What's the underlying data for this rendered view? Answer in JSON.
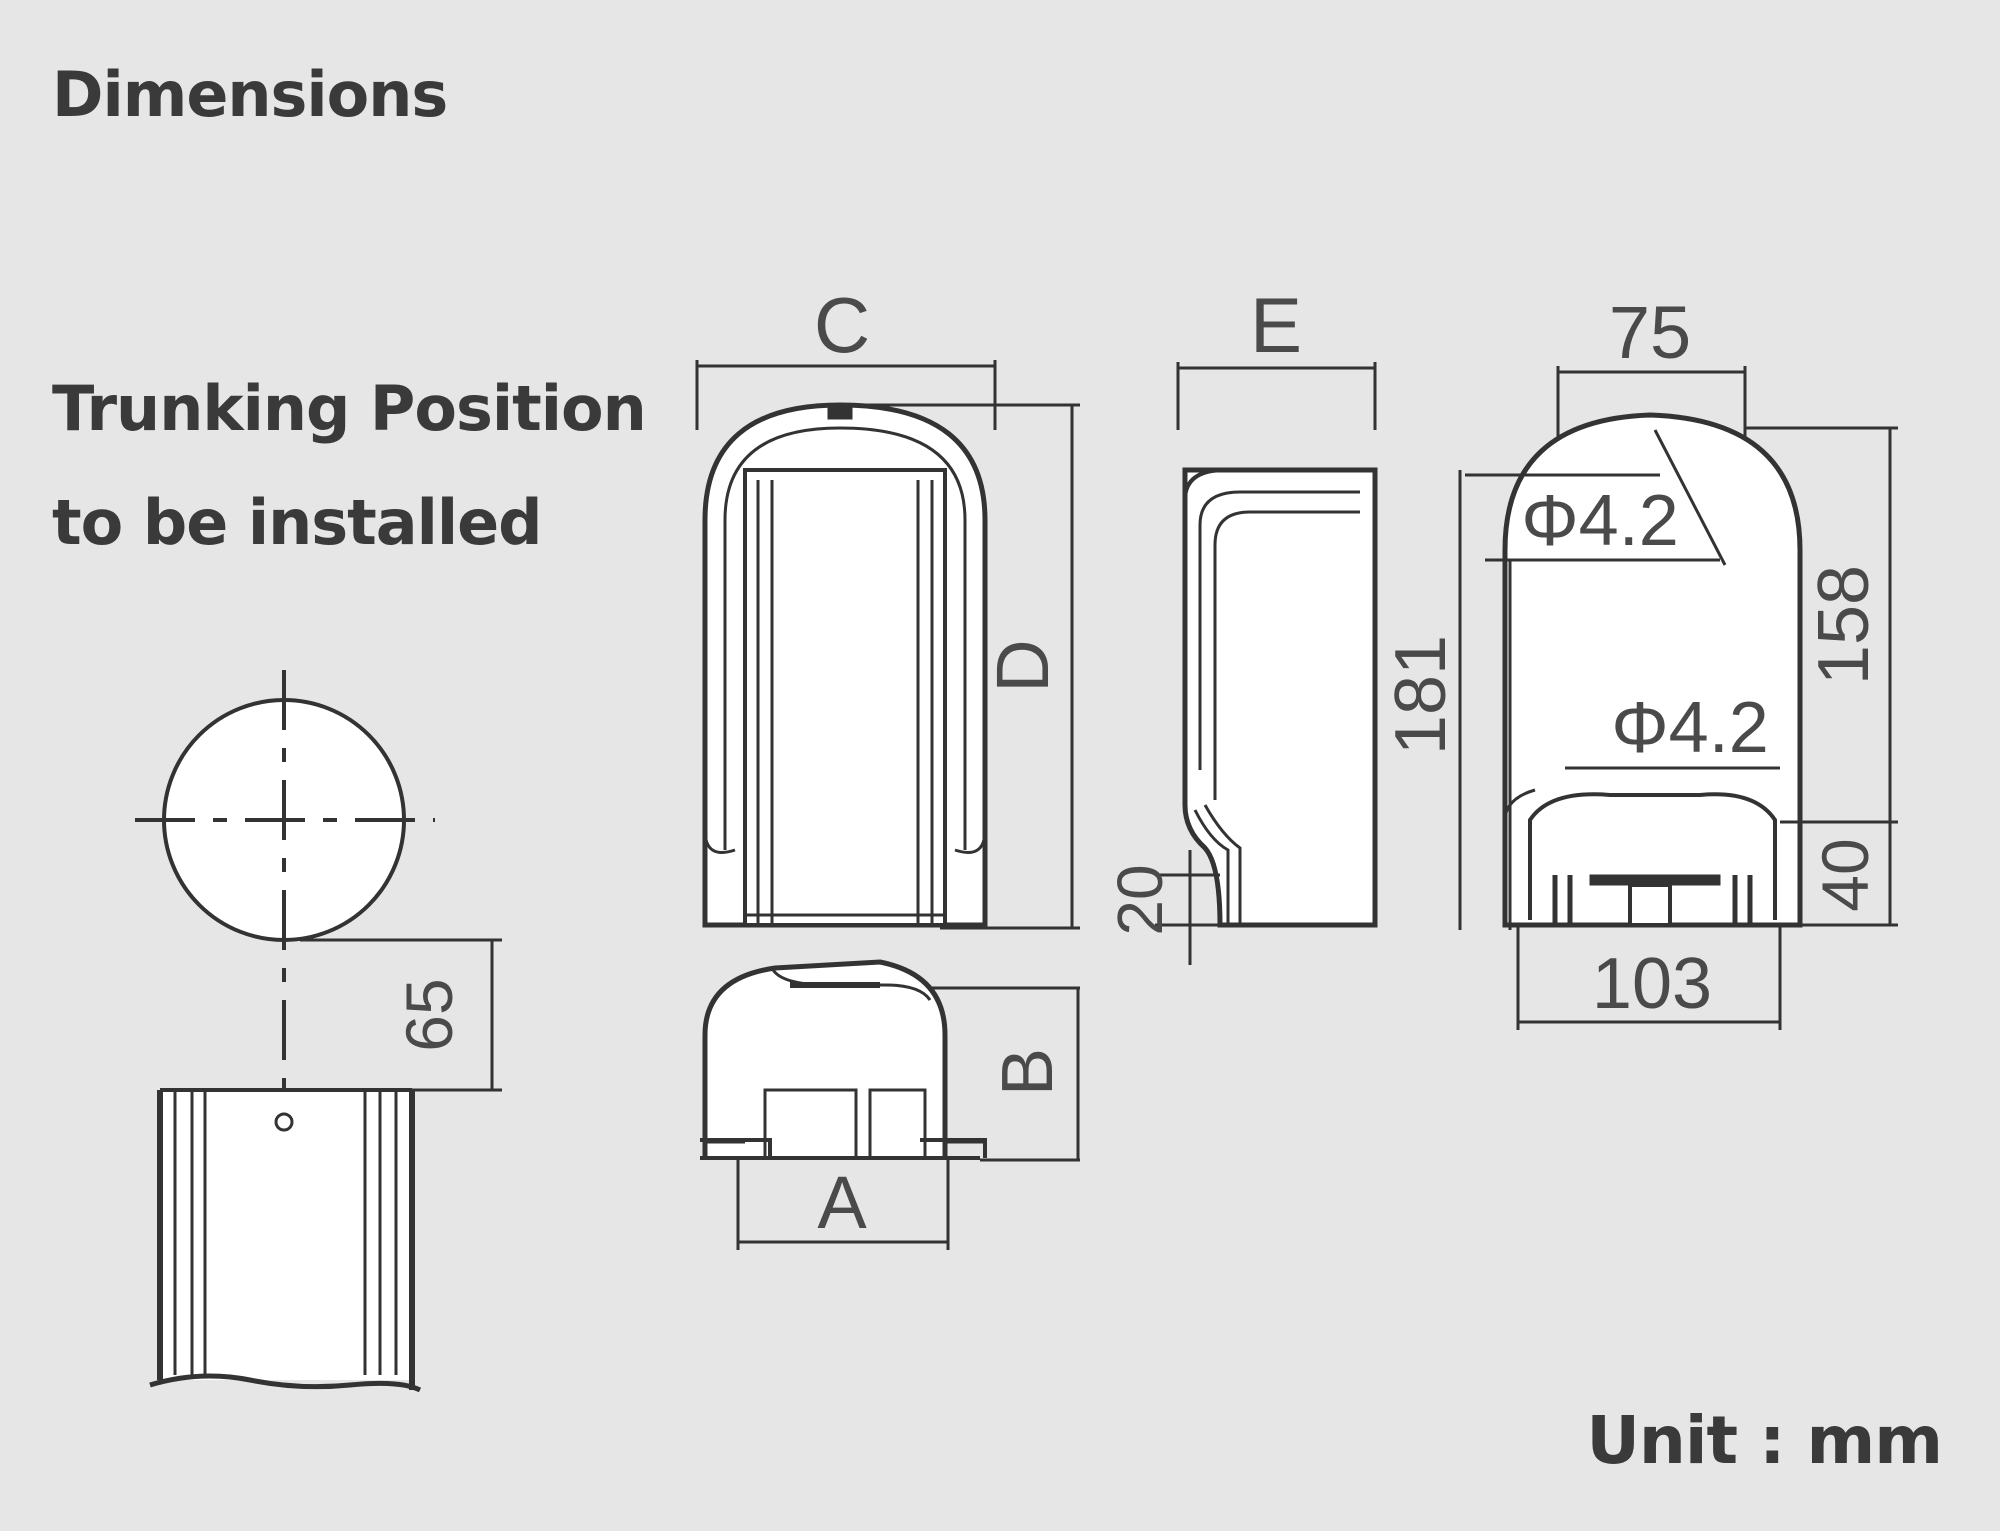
{
  "title": "Dimensions",
  "trunking_position": {
    "line1": "Trunking Position",
    "line2": "to be installed"
  },
  "unit_label": "Unit : mm",
  "labels": {
    "C": "C",
    "D": "D",
    "E": "E",
    "A": "A",
    "B": "B"
  },
  "dimensions": {
    "gap": "65",
    "offset": "20",
    "depth": "181",
    "width_top": "75",
    "hole_upper": "Φ4.2",
    "hole_lower": "Φ4.2",
    "height_holes": "158",
    "bottom_offset": "40",
    "width_bottom": "103"
  }
}
